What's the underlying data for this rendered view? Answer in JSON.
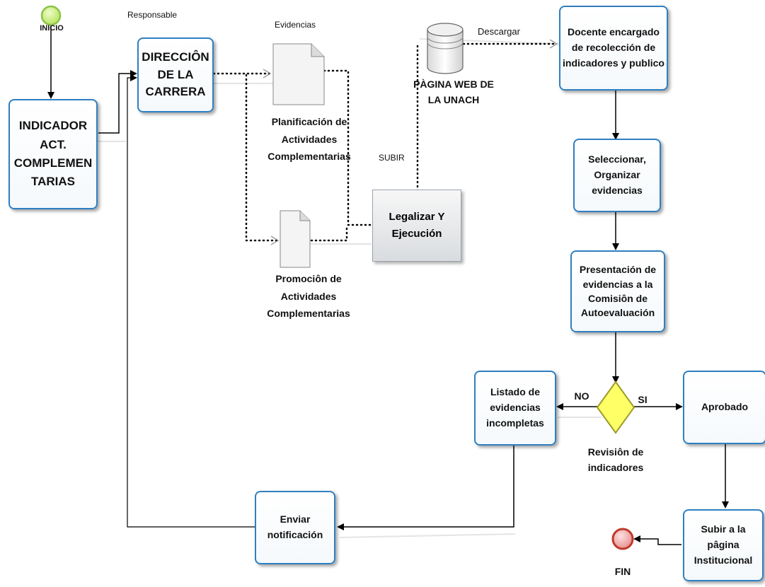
{
  "labels": {
    "inicio": "INICIO",
    "fin": "FIN",
    "responsable": "Responsable",
    "evidencias": "Evidencias",
    "descargar": "Descargar",
    "subir": "SUBIR",
    "no": "NO",
    "si": "SI",
    "revision": "Revisiôn de\nindicadores",
    "pagina_web": "PÀGINA WEB DE\nLA UNACH"
  },
  "boxes": {
    "indicador": "INDICADOR\nACT.\nCOMPLEMEN\nTARIAS",
    "direccion": "DIRECCIÔN\nDE LA\nCARRERA",
    "docente": "Docente encargado\nde recolección de\nindicadores y publico",
    "seleccionar": "Seleccionar,\nOrganizar\nevidencias",
    "presentacion": "Presentación de\nevidencias a la\nComisiôn de\nAutoevaluación",
    "listado": "Listado de\nevidencias\nincompletas",
    "aprobado": "Aprobado",
    "enviar": "Enviar\nnotificación",
    "subir_pagina": "Subir a la\npâgina\nInstitucional",
    "legalizar": "Legalizar  Y\nEjecución"
  },
  "documents": {
    "planificacion": "Planificación de\nActividades\nComplementarias",
    "promocion": "Promociôn de\nActividades\nComplementarias"
  },
  "colors": {
    "box_border": "#2f7fc1",
    "start_fill": "#c9f07a",
    "start_border": "#8bc34a",
    "end_fill": "#f2a6a6",
    "end_border": "#c0392b",
    "gateway_fill": "#ffff66",
    "gateway_border": "#9c9c2a"
  }
}
